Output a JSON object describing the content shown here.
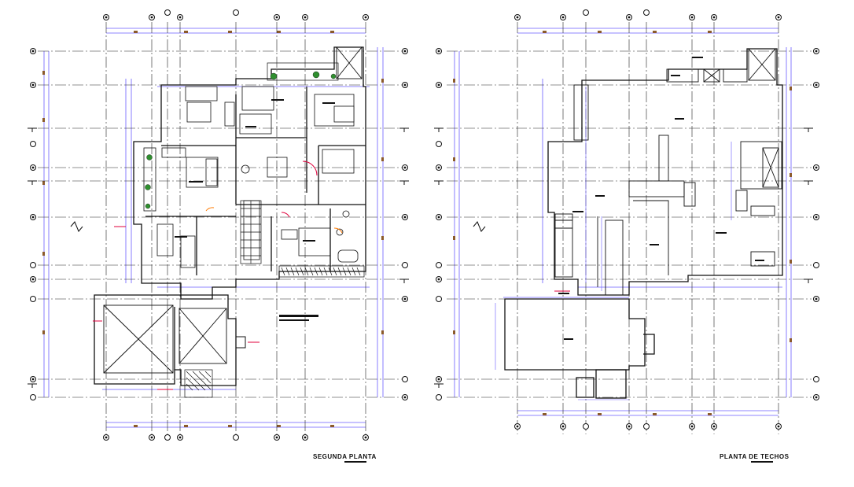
{
  "sheet": {
    "background": "#ffffff",
    "colors": {
      "linework": "#111111",
      "dimension": "#6a5cff",
      "axis_dash": "#222222",
      "dim_tick": "#8b5a2b",
      "accent_red": "#e0003c",
      "accent_orange": "#ff7a00",
      "landscape": "#2f8f2f",
      "bubble_fill": "#111111"
    }
  },
  "plans": [
    {
      "id": "segunda-planta",
      "title": "SEGUNDA PLANTA"
    },
    {
      "id": "planta-de-techos",
      "title": "PLANTA DE TECHOS"
    }
  ]
}
